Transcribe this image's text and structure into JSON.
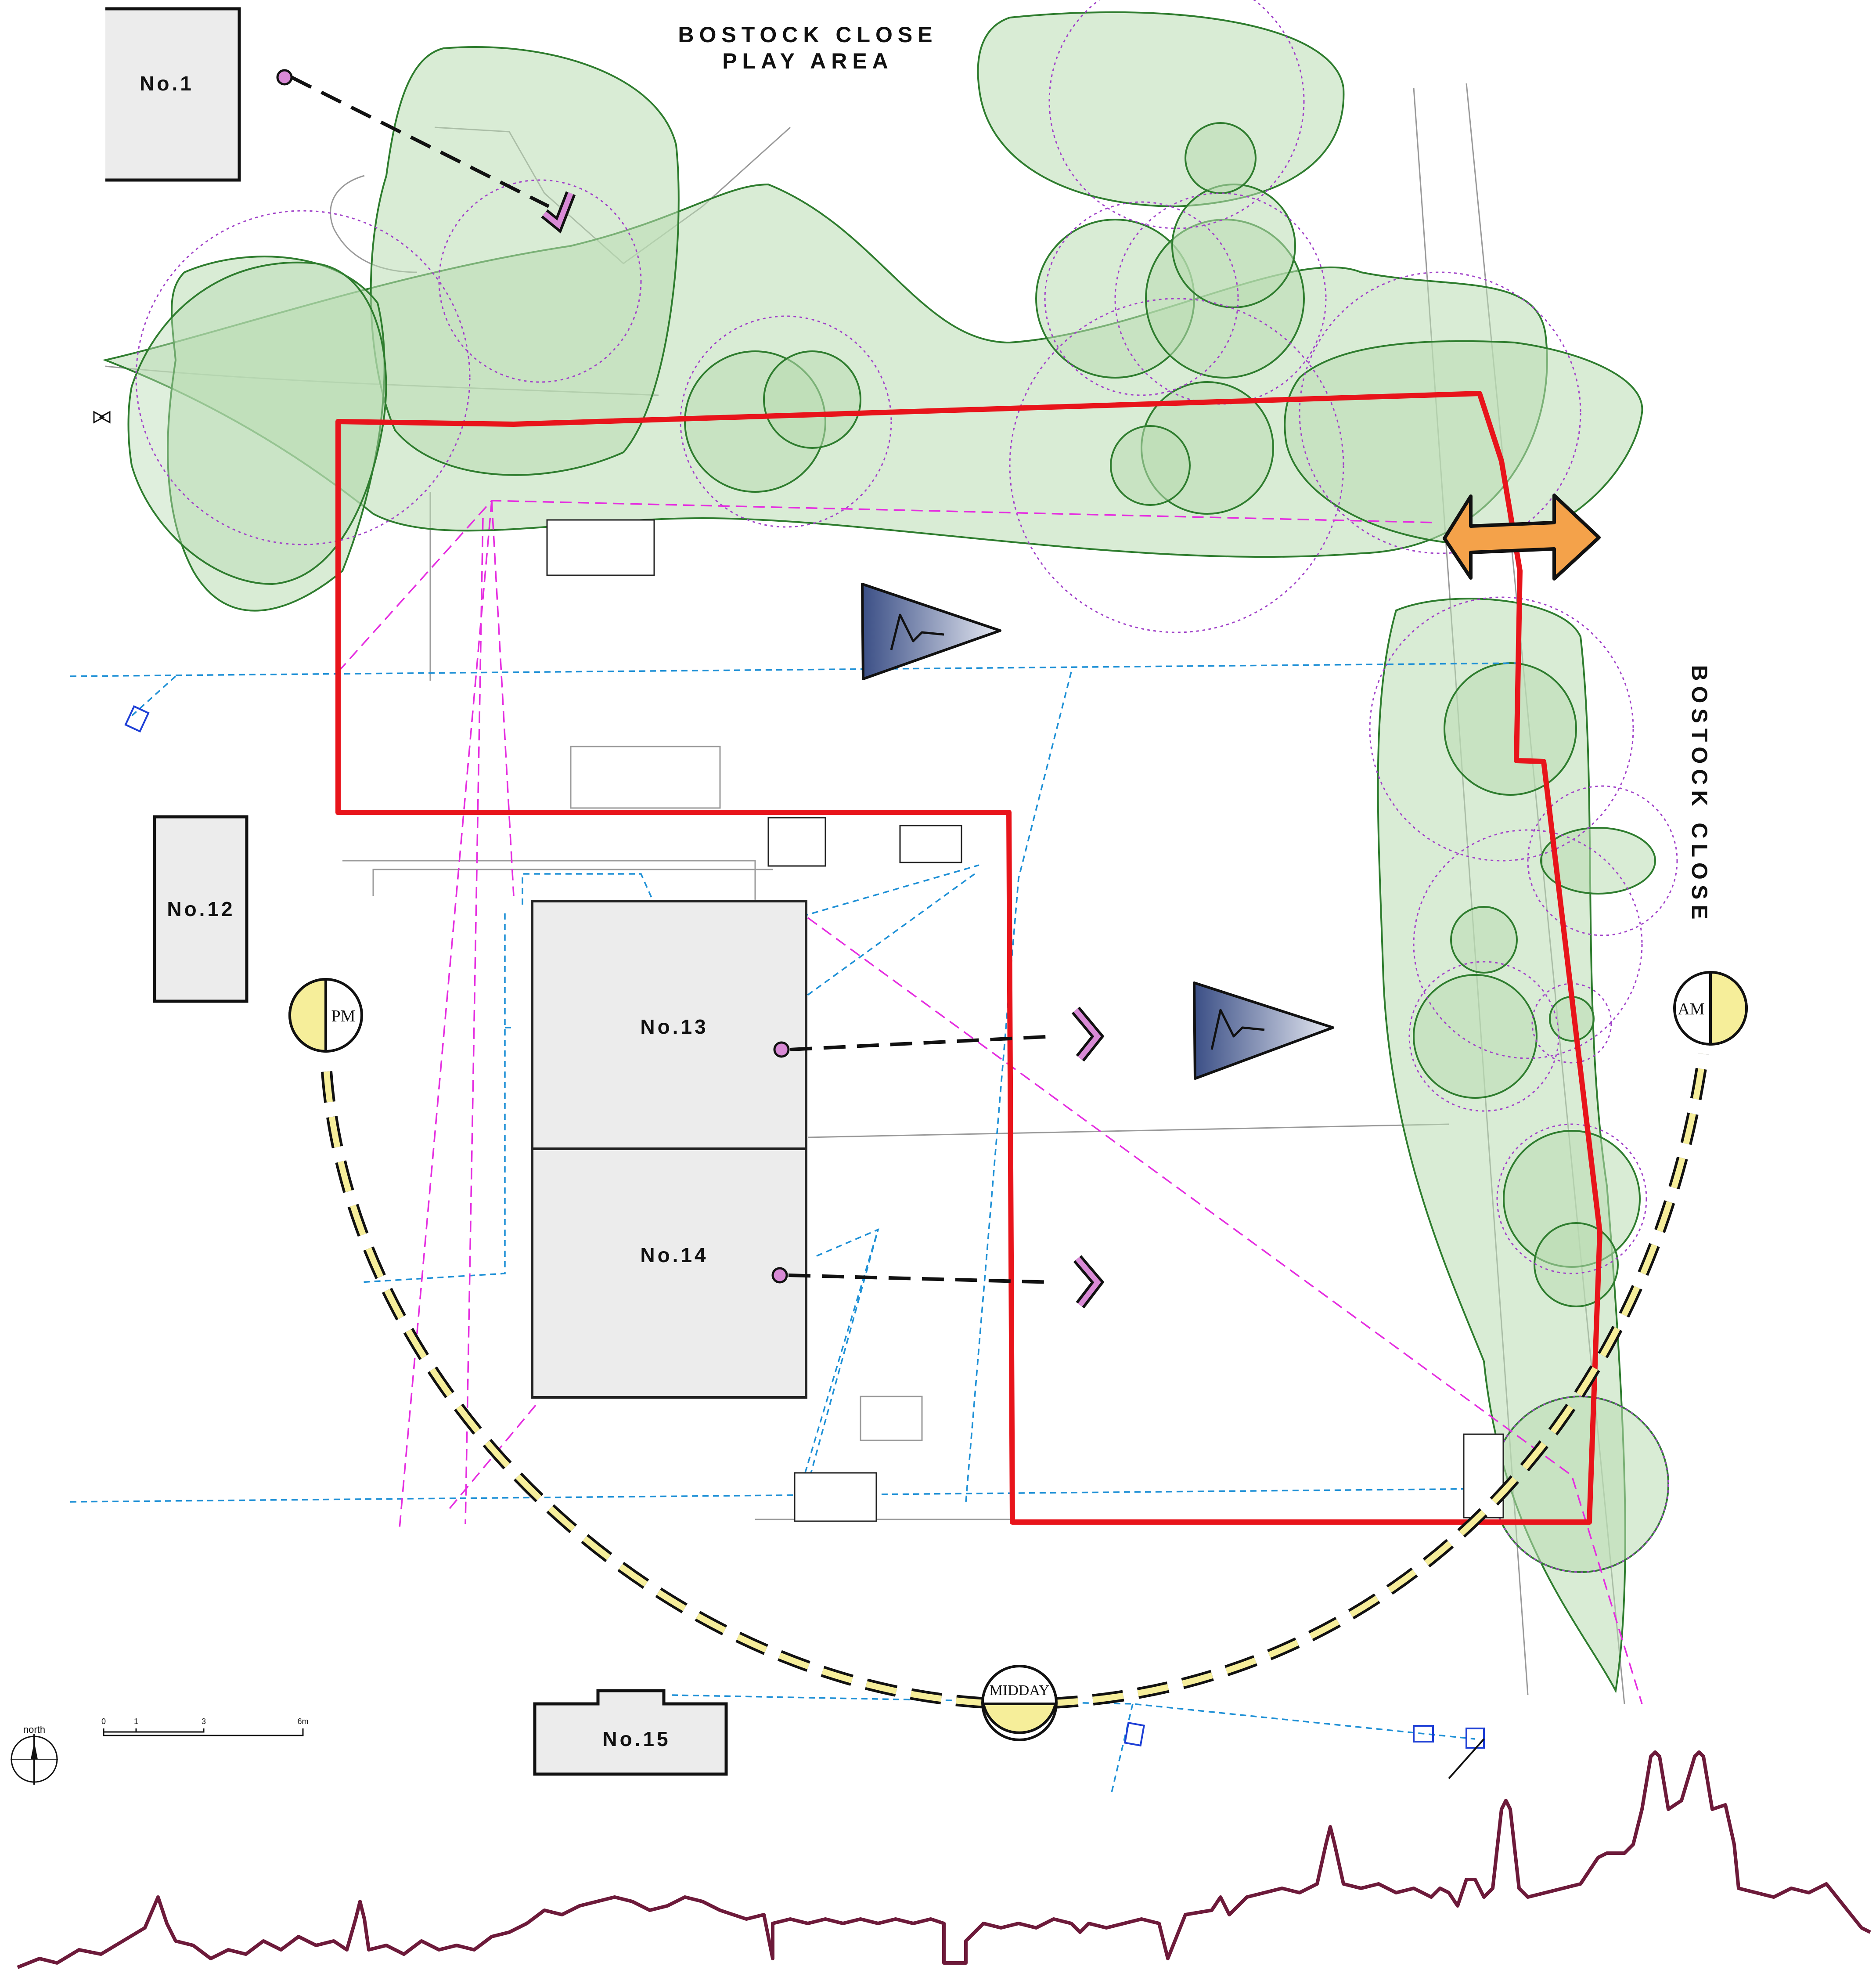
{
  "labels": {
    "play_area_line1": "BOSTOCK CLOSE",
    "play_area_line2": "PLAY AREA",
    "road": "BOSTOCK CLOSE",
    "no1": "No.1",
    "no12": "No.12",
    "no13": "No.13",
    "no14": "No.14",
    "no15": "No.15"
  },
  "sun": {
    "pm": "PM",
    "am": "AM",
    "midday": "MIDDAY"
  },
  "north": {
    "label": "north"
  },
  "scale_bar": {
    "ticks": [
      "0",
      "1",
      "3",
      "6m"
    ]
  },
  "colors": {
    "site_boundary": "#e8141b",
    "tree_fill": "#b9dcb3",
    "tree_stroke": "#2f7d2f",
    "root_zone": "#a142c9",
    "utility": "#1e90d6",
    "sightline": "#e52ee0",
    "sun_path": "#f6ee9a",
    "skyline": "#6d1a3a",
    "access_arrow": "#f4a24a",
    "wind_marker": "#3b4f86",
    "building_fill": "#ececec"
  }
}
